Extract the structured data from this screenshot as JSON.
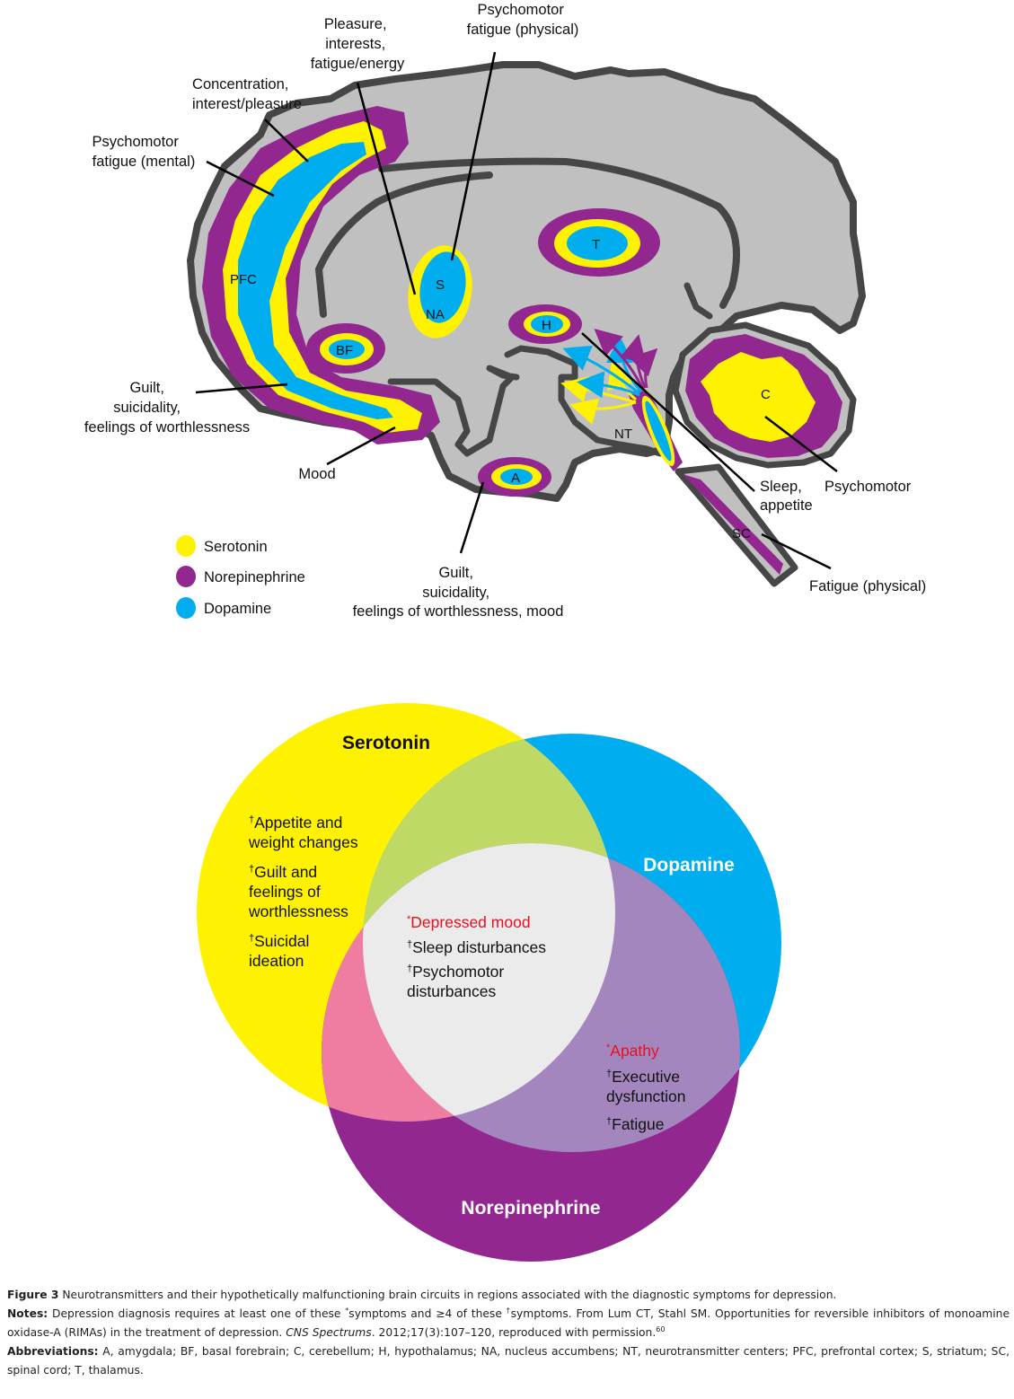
{
  "colors": {
    "serotonin": "#fff200",
    "norepinephrine": "#92278f",
    "dopamine": "#00aeef",
    "brain_fill": "#c0c0c0",
    "brain_outline": "#464646",
    "yellow_blue_overlap": "#bed966",
    "yellow_purple_overlap": "#ef7ca1",
    "blue_purple_overlap": "#a386be",
    "center_overlap": "#ebebeb",
    "asterisk_symptom": "#e8101f"
  },
  "brain_diagram": {
    "regions": {
      "pfc": "PFC",
      "s": "S",
      "na": "NA",
      "t": "T",
      "bf": "BF",
      "h": "H",
      "a": "A",
      "nt": "NT",
      "c": "C",
      "sc": "SC"
    },
    "callouts": {
      "pleasure": [
        "Pleasure,",
        "interests,",
        "fatigue/energy"
      ],
      "psychomotor_physical": [
        "Psychomotor",
        "fatigue (physical)"
      ],
      "concentration": [
        "Concentration,",
        "interest/pleasure"
      ],
      "psychomotor_mental": [
        "Psychomotor",
        "fatigue (mental)"
      ],
      "guilt_pfc": [
        "Guilt,",
        "suicidality,",
        "feelings of worthlessness"
      ],
      "mood": "Mood",
      "guilt_amygdala": [
        "Guilt,",
        "suicidality,",
        "feelings of worthlessness, mood"
      ],
      "sleep_appetite": [
        "Sleep,",
        "appetite"
      ],
      "psychomotor_c": "Psychomotor",
      "fatigue_physical": "Fatigue (physical)"
    },
    "legend": [
      {
        "label": "Serotonin",
        "color": "#fff200"
      },
      {
        "label": "Norepinephrine",
        "color": "#92278f"
      },
      {
        "label": "Dopamine",
        "color": "#00aeef"
      }
    ]
  },
  "venn": {
    "titles": {
      "serotonin": "Serotonin",
      "dopamine": "Dopamine",
      "norepinephrine": "Norepinephrine"
    },
    "serotonin_only": [
      {
        "mark": "†",
        "lines": [
          "Appetite and",
          "weight changes"
        ]
      },
      {
        "mark": "†",
        "lines": [
          "Guilt and",
          "feelings of",
          "worthlessness"
        ]
      },
      {
        "mark": "†",
        "lines": [
          "Suicidal",
          "ideation"
        ]
      }
    ],
    "center": [
      {
        "mark": "*",
        "lines": [
          "Depressed mood"
        ],
        "highlight": true
      },
      {
        "mark": "†",
        "lines": [
          "Sleep disturbances"
        ],
        "highlight": false
      },
      {
        "mark": "†",
        "lines": [
          "Psychomotor",
          "disturbances"
        ],
        "highlight": false
      }
    ],
    "dopamine_norepinephrine": [
      {
        "mark": "*",
        "lines": [
          "Apathy"
        ],
        "highlight": true
      },
      {
        "mark": "†",
        "lines": [
          "Executive",
          "dysfunction"
        ],
        "highlight": false
      },
      {
        "mark": "†",
        "lines": [
          "Fatigue"
        ],
        "highlight": false
      }
    ]
  },
  "caption": {
    "figure_label": "Figure 3",
    "figure_text": "Neurotransmitters and their hypothetically malfunctioning brain circuits in regions associated with the diagnostic symptoms for depression.",
    "notes_label": "Notes:",
    "notes_text_1": "Depression diagnosis requires at least one of these ",
    "notes_mark_1": "*",
    "notes_text_2": "symptoms and ≥4 of these ",
    "notes_mark_2": "†",
    "notes_text_3": "symptoms. From Lum CT, Stahl SM. Opportunities for reversible inhibitors of monoamine oxidase-A (RIMAs) in the treatment of depression. ",
    "notes_journal": "CNS Spectrums",
    "notes_text_4": ". 2012;17(3):107–120, reproduced with permission.",
    "notes_ref": "60",
    "abbrev_label": "Abbreviations:",
    "abbrev_text": "A, amygdala; BF, basal forebrain; C, cerebellum; H, hypothalamus; NA, nucleus accumbens; NT, neurotransmitter centers; PFC, prefrontal cortex; S, striatum; SC, spinal cord; T, thalamus."
  }
}
